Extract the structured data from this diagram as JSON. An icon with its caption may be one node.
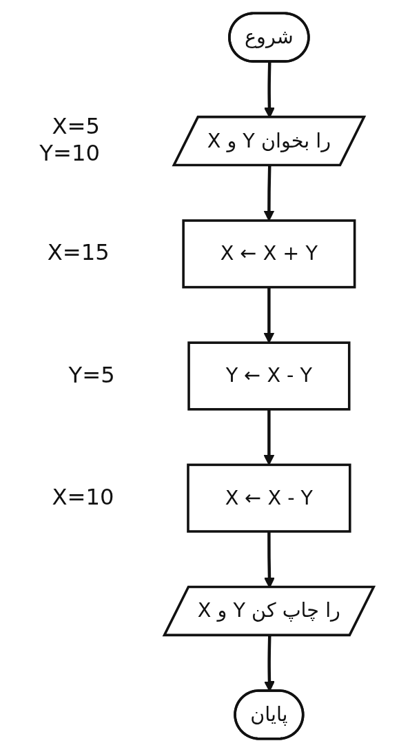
{
  "diagram": {
    "nodes": [
      {
        "text": [
          "شروع"
        ]
      },
      {
        "text": [
          "X و Y را بخوان"
        ],
        "beside": [
          "X=5",
          "Y=10"
        ]
      },
      {
        "text": [
          "X ← X + Y"
        ],
        "beside": [
          "X=15"
        ]
      },
      {
        "text": [
          "Y ← X - Y"
        ],
        "beside": [
          "Y=5"
        ]
      },
      {
        "text": [
          "X ← X - Y"
        ],
        "beside": [
          "X=10"
        ]
      },
      {
        "text": [
          "X و Y را چاپ کن"
        ]
      },
      {
        "text": [
          "پایان"
        ]
      }
    ],
    "edges": [
      {
        "from": 0,
        "to": 1,
        "arrow": "to"
      },
      {
        "from": 1,
        "to": 2,
        "arrow": "to"
      },
      {
        "from": 2,
        "to": 3,
        "arrow": "to"
      },
      {
        "from": 3,
        "to": 4,
        "arrow": "to"
      },
      {
        "from": 4,
        "to": 5,
        "arrow": "to"
      },
      {
        "from": 5,
        "to": 6,
        "arrow": "to"
      }
    ]
  }
}
